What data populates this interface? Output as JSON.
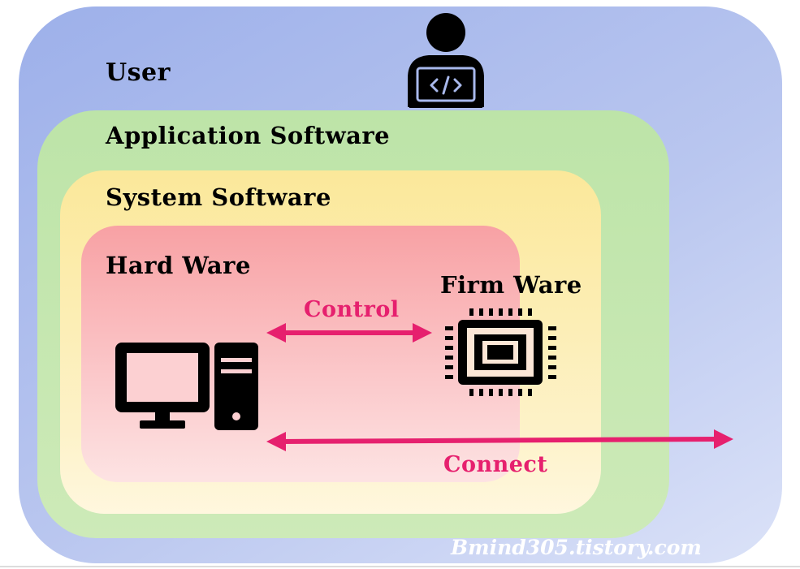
{
  "layers": {
    "user": "User",
    "application_software": "Application Software",
    "system_software": "System Software",
    "hardware": "Hard Ware",
    "firmware": "Firm Ware"
  },
  "relations": {
    "control": "Control",
    "connect": "Connect"
  },
  "watermark": "Bmind305.tistory.com",
  "icons": {
    "user": "user-with-laptop-code-icon",
    "hardware": "desktop-computer-icon",
    "firmware": "microchip-icon"
  },
  "colors": {
    "user_layer": "#a9b9ec",
    "application_layer": "#c5e7b0",
    "system_layer": "#fcefb8",
    "hardware_layer": "#f9b3b5",
    "arrow": "#e6206e",
    "icon": "#000000"
  }
}
